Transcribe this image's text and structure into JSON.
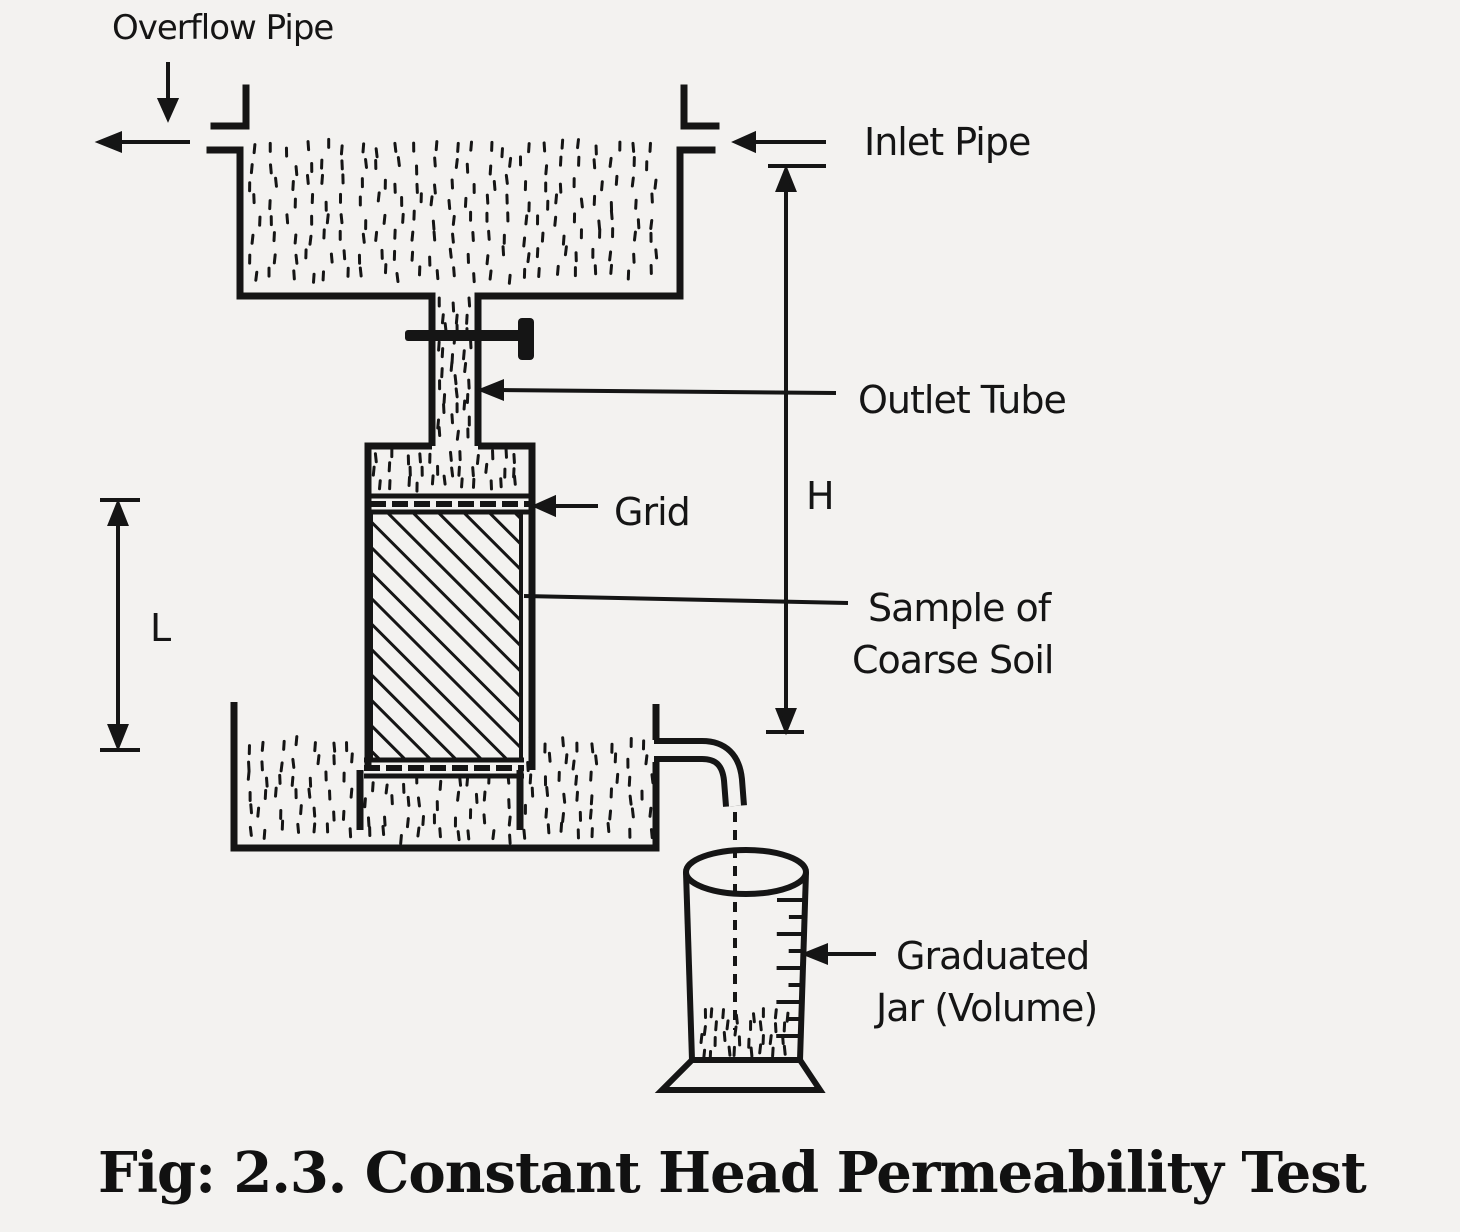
{
  "labels": {
    "overflow_pipe": "Overflow Pipe",
    "inlet_pipe": "Inlet Pipe",
    "outlet_tube": "Outlet Tube",
    "grid": "Grid",
    "sample": [
      "Sample of",
      "Coarse Soil"
    ],
    "graduated_jar": [
      "Graduated",
      "Jar (Volume)"
    ],
    "head": "H",
    "length": "L"
  },
  "caption": "Fig: 2.3. Constant Head Permeability Test",
  "colors": {
    "ink": "#151515",
    "paper": "#f3f2f0"
  }
}
